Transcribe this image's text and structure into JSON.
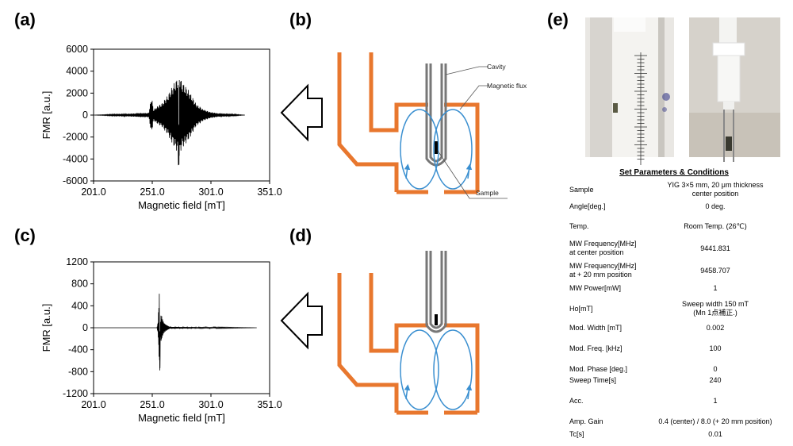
{
  "panel_labels": {
    "a": "(a)",
    "b": "(b)",
    "c": "(c)",
    "d": "(d)",
    "e": "(e)"
  },
  "chart_data": [
    {
      "type": "line",
      "panel": "(a)",
      "ylabel": "FMR [a.u.]",
      "xlabel": "Magnetic field [mT]",
      "xlim": [
        201.0,
        351.0
      ],
      "ylim": [
        -6000,
        6000
      ],
      "xticks": [
        "201.0",
        "251.0",
        "301.0",
        "351.0"
      ],
      "yticks": [
        "6000",
        "4000",
        "2000",
        "0",
        "-2000",
        "-4000",
        "-6000"
      ],
      "grid": false,
      "series": [
        {
          "color": "#000000",
          "x": [
            201.0,
            248.0,
            250.2,
            250.6,
            251.0,
            251.4,
            252.0,
            254.0,
            256.0,
            258.0,
            260.0,
            262.0,
            264.0,
            266.0,
            268.0,
            270.0,
            272.0,
            273.5,
            275.0,
            276.0,
            277.0,
            278.0,
            279.0,
            280.0,
            281.0,
            282.0,
            283.0,
            284.0,
            285.0,
            286.0,
            287.0,
            288.0,
            289.0,
            290.0,
            292.0,
            294.0,
            296.0,
            298.0,
            300.0,
            302.0,
            305.0,
            308.0,
            312.0,
            316.0,
            320.0,
            325.0,
            330.0
          ],
          "amplitude": [
            0,
            200,
            1600,
            1700,
            1400,
            900,
            500,
            700,
            900,
            1100,
            1300,
            1600,
            1800,
            2200,
            2600,
            3000,
            3400,
            3800,
            4000,
            3300,
            3400,
            3100,
            2900,
            2700,
            2500,
            2300,
            2100,
            1900,
            1700,
            1500,
            1300,
            1100,
            1000,
            900,
            800,
            600,
            500,
            400,
            300,
            250,
            200,
            150,
            120,
            100,
            80,
            40,
            0
          ],
          "note": "oscillating FMR derivative signal; minimum approx -4800 near 273.5 mT"
        }
      ]
    },
    {
      "type": "line",
      "panel": "(c)",
      "ylabel": "FMR [a.u.]",
      "xlabel": "Magnetic field [mT]",
      "xlim": [
        201.0,
        351.0
      ],
      "ylim": [
        -1200,
        1200
      ],
      "xticks": [
        "201.0",
        "251.0",
        "301.0",
        "351.0"
      ],
      "yticks": [
        "1200",
        "800",
        "400",
        "0",
        "-400",
        "-800",
        "-1200"
      ],
      "grid": false,
      "series": [
        {
          "color": "#000000",
          "x": [
            201.0,
            255.0,
            256.0,
            256.6,
            257.4,
            258.0,
            258.6,
            259.4,
            260.2,
            261.0,
            262.5,
            264.0,
            266.0,
            340.0
          ],
          "amplitude": [
            0,
            0,
            120,
            460,
            800,
            150,
            260,
            180,
            130,
            90,
            60,
            40,
            15,
            0
          ],
          "note": "sharp resonance: peak approx +800, minimum approx -800 near 257.5 mT"
        }
      ]
    }
  ],
  "diagram_b": {
    "labels": {
      "cavity": "Cavity",
      "magnetic_flux": "Magnetic flux",
      "sample": "Sample"
    }
  },
  "photos": {
    "left": "sample-holder-scale-photo",
    "right": "sample-tube-photo"
  },
  "params": {
    "title": "Set Parameters & Conditions",
    "rows": [
      {
        "name": "Sample",
        "value": "YIG 3×5 mm, 20 μm thickness\ncenter position"
      },
      {
        "name": "Angle[deg.]",
        "value": "0 deg."
      },
      {
        "name": "Temp.",
        "value": "Room Temp. (26℃)"
      },
      {
        "name": "MW Frequency[MHz]\nat center position",
        "value": "9441.831"
      },
      {
        "name": "MW Frequency[MHz]\nat + 20 mm position",
        "value": "9458.707"
      },
      {
        "name": "MW Power[mW]",
        "value": "1"
      },
      {
        "name": "Ho[mT]",
        "value": "Sweep width 150 mT\n(Mn 1点補正.)"
      },
      {
        "name": "Mod. Width [mT]",
        "value": "0.002"
      },
      {
        "name": "Mod. Freq. [kHz]",
        "value": "100"
      },
      {
        "name": "Mod. Phase [deg.]",
        "value": "0"
      },
      {
        "name": "Sweep Time[s]",
        "value": "240"
      },
      {
        "name": "Acc.",
        "value": "1"
      },
      {
        "name": "Amp. Gain",
        "value": "0.4 (center) / 8.0 (+ 20 mm position)"
      },
      {
        "name": "Tc[s]",
        "value": "0.01"
      }
    ]
  },
  "colors": {
    "cavity": "#e8772e",
    "flux": "#3a8fd0",
    "tube": "#777777"
  }
}
